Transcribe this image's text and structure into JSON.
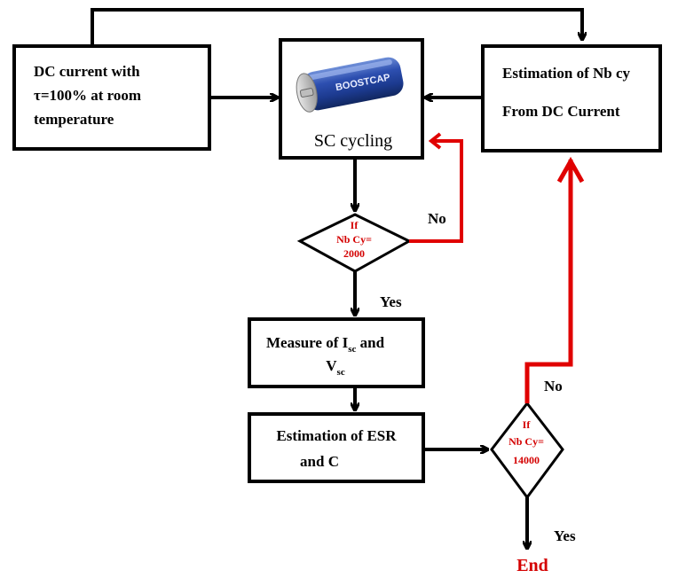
{
  "diagram": {
    "nodes": {
      "dc_current": {
        "lines": [
          "DC current with",
          "τ=100%  at room",
          "temperature"
        ]
      },
      "sc_cycling": {
        "label": "SC cycling",
        "device_label": "BOOSTCAP"
      },
      "estimation_nb": {
        "line1": "Estimation of Nb cy",
        "line2": "From DC Current"
      },
      "decision_2000": {
        "line1": "If",
        "line2": "Nb Cy=",
        "line3": "2000"
      },
      "measure": {
        "prefix": "Measure of I",
        "sub1": "sc",
        "and": " and",
        "v": "V",
        "sub2": "sc"
      },
      "estimation_esr": {
        "line1": "Estimation of ESR",
        "line2": "and C"
      },
      "decision_14000": {
        "line1": "If",
        "line2": "Nb Cy=",
        "line3": "14000"
      },
      "end": {
        "label": "End"
      }
    },
    "edge_labels": {
      "no_2000": "No",
      "yes_2000": "Yes",
      "no_14000": "No",
      "yes_14000": "Yes"
    },
    "colors": {
      "box_stroke": "#000000",
      "loop_arrow": "#e00000",
      "decision_text": "#d40000",
      "end_text": "#d40000"
    }
  }
}
